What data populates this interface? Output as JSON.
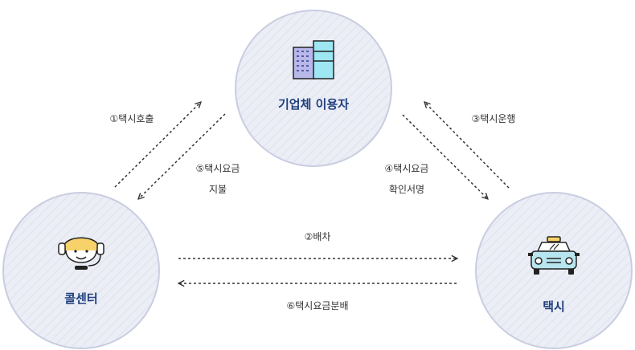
{
  "nodes": {
    "company": {
      "label": "기업체 이용자"
    },
    "callcenter": {
      "label": "콜센터"
    },
    "taxi": {
      "label": "택시"
    }
  },
  "edges": [
    {
      "label": "①택시호출"
    },
    {
      "label": "②배차"
    },
    {
      "label": "③택시운행"
    },
    {
      "label_line1": "④택시요금",
      "label_line2": "확인서명"
    },
    {
      "label_line1": "⑤택시요금",
      "label_line2": "지불"
    },
    {
      "label": "⑥택시요금분배"
    }
  ],
  "colors": {
    "circle_fill": "#eceef6",
    "circle_stroke": "#c9cde0",
    "label_text": "#1f3f7e",
    "arrow": "#333333",
    "building_left": "#b8b8ea",
    "building_right": "#9de6f2",
    "headset_hair": "#f7d26a",
    "taxi_body": "#b8e6f0"
  },
  "icons": [
    "building-icon",
    "headset-agent-icon",
    "taxi-icon"
  ]
}
